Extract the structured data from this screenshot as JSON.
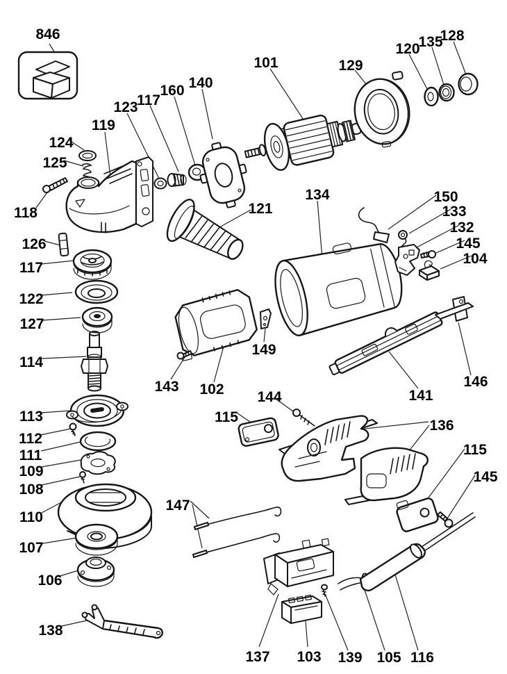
{
  "page": {
    "background": "#ffffff",
    "ink": "#000000"
  },
  "diagram": {
    "type": "exploded-parts-diagram",
    "labels": [
      "846",
      "101",
      "129",
      "120",
      "135",
      "128",
      "140",
      "160",
      "117",
      "123",
      "119",
      "124",
      "125",
      "118",
      "126",
      "117",
      "122",
      "127",
      "121",
      "134",
      "150",
      "133",
      "132",
      "145",
      "104",
      "114",
      "143",
      "102",
      "149",
      "141",
      "146",
      "113",
      "112",
      "111",
      "109",
      "108",
      "110",
      "107",
      "106",
      "138",
      "115",
      "144",
      "136",
      "115",
      "145",
      "147",
      "137",
      "103",
      "139",
      "105",
      "116"
    ]
  }
}
